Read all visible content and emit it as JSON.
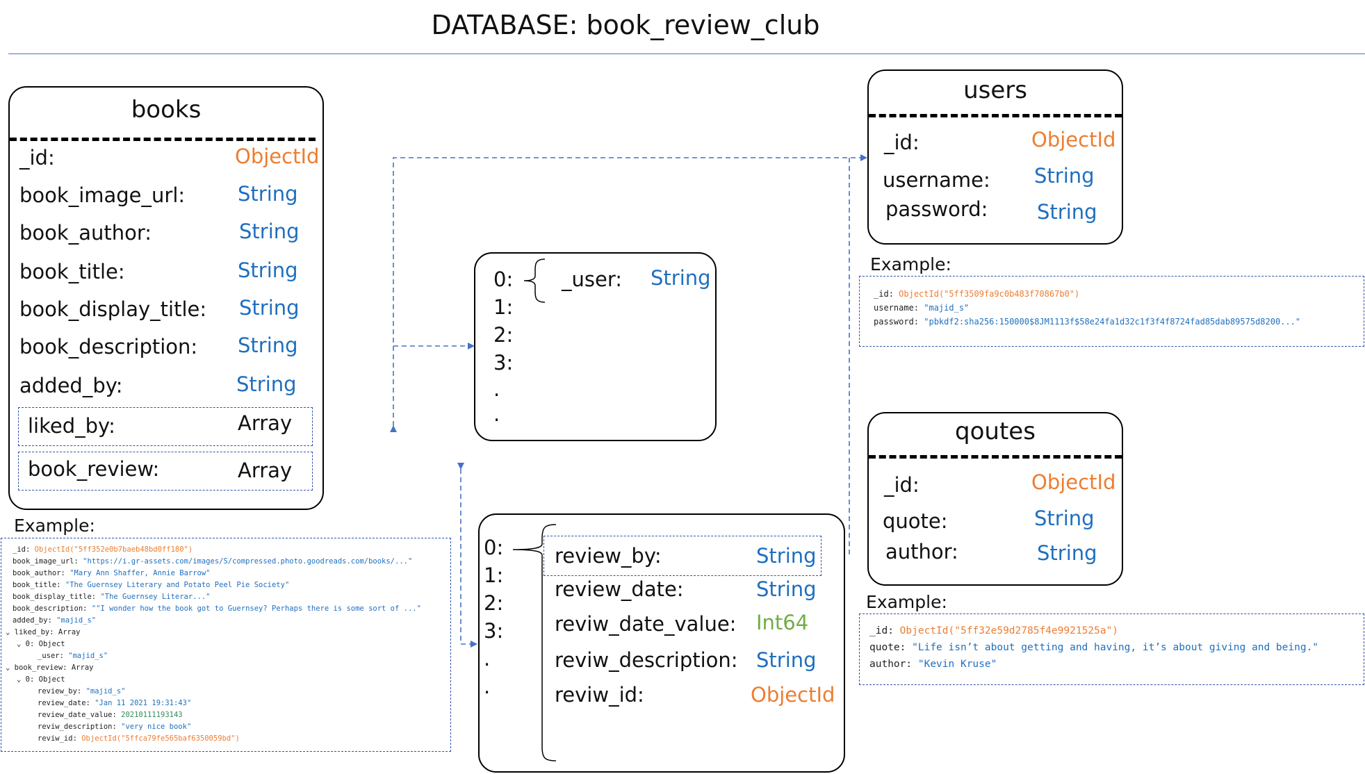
{
  "title": "DATABASE: book_review_club",
  "colors": {
    "objectid": "#ed7d31",
    "string": "#1f6fbf",
    "int64": "#70ad47",
    "connector": "#4472c4"
  },
  "books": {
    "title": "books",
    "fields": [
      {
        "name": "_id:",
        "type": "ObjectId"
      },
      {
        "name": "book_image_url:",
        "type": "String"
      },
      {
        "name": "book_author:",
        "type": "String"
      },
      {
        "name": "book_title:",
        "type": "String"
      },
      {
        "name": "book_display_title:",
        "type": "String"
      },
      {
        "name": "book_description:",
        "type": "String"
      },
      {
        "name": "added_by:",
        "type": "String"
      },
      {
        "name": "liked_by:",
        "type": "Array"
      },
      {
        "name": "book_review:",
        "type": "Array"
      }
    ],
    "example_label": "Example:",
    "example": [
      {
        "k": "_id",
        "v": "ObjectId(\"5ff352e0b7baeb48bd0ff180\")"
      },
      {
        "k": "book_image_url",
        "v": "\"https://i.gr-assets.com/images/S/compressed.photo.goodreads.com/books/...\""
      },
      {
        "k": "book_author",
        "v": "\"Mary Ann Shaffer, Annie Barrow\""
      },
      {
        "k": "book_title",
        "v": "\"The Guernsey Literary and Potato Peel Pie Society\""
      },
      {
        "k": "book_display_title",
        "v": "\"The Guernsey Literar...\""
      },
      {
        "k": "book_description",
        "v": "\"\"I wonder how the book got to Guernsey? Perhaps there is some sort of ...\""
      },
      {
        "k": "added_by",
        "v": "\"majid_s\""
      },
      {
        "k": "liked_by",
        "v": "Array"
      },
      {
        "k": "0",
        "v": "Object"
      },
      {
        "k": "_user",
        "v": "\"majid_s\""
      },
      {
        "k": "book_review",
        "v": "Array"
      },
      {
        "k": "0",
        "v": "Object"
      },
      {
        "k": "review_by",
        "v": "\"majid_s\""
      },
      {
        "k": "review_date",
        "v": "\"Jan 11 2021 19:31:43\""
      },
      {
        "k": "review_date_value",
        "v": "20210111193143"
      },
      {
        "k": "reviw_description",
        "v": "\"very nice book\""
      },
      {
        "k": "reviw_id",
        "v": "ObjectId(\"5ffca79fe565baf6350059bd\")"
      }
    ]
  },
  "users": {
    "title": "users",
    "fields": [
      {
        "name": "_id:",
        "type": "ObjectId"
      },
      {
        "name": "username:",
        "type": "String"
      },
      {
        "name": "password:",
        "type": "String"
      }
    ],
    "example_label": "Example:",
    "example": [
      {
        "k": "_id",
        "v": "ObjectId(\"5ff3509fa9c0b483f70867b0\")"
      },
      {
        "k": "username",
        "v": "\"majid_s\""
      },
      {
        "k": "password",
        "v": "\"pbkdf2:sha256:150000$8JM1113f$58e24fa1d32c1f3f4f8724fad85dab89575d8200...\""
      }
    ]
  },
  "qoutes": {
    "title": "qoutes",
    "fields": [
      {
        "name": "_id:",
        "type": "ObjectId"
      },
      {
        "name": "quote:",
        "type": "String"
      },
      {
        "name": "author:",
        "type": "String"
      }
    ],
    "example_label": "Example:",
    "example": [
      {
        "k": "_id",
        "v": "ObjectId(\"5ff32e59d2785f4e9921525a\")"
      },
      {
        "k": "quote",
        "v": "\"Life isn’t about getting and having, it’s about giving and being.\""
      },
      {
        "k": "author",
        "v": "\"Kevin Kruse\""
      }
    ]
  },
  "liked_by_array": {
    "indices": [
      "0:",
      "1:",
      "2:",
      "3:",
      ".",
      "."
    ],
    "field": {
      "name": "_user:",
      "type": "String"
    }
  },
  "book_review_array": {
    "indices": [
      "0:",
      "1:",
      "2:",
      "3:",
      ".",
      "."
    ],
    "fields": [
      {
        "name": "review_by:",
        "type": "String"
      },
      {
        "name": "review_date:",
        "type": "String"
      },
      {
        "name": "reviw_date_value:",
        "type": "Int64"
      },
      {
        "name": "reviw_description:",
        "type": "String"
      },
      {
        "name": "reviw_id:",
        "type": "ObjectId"
      }
    ]
  }
}
